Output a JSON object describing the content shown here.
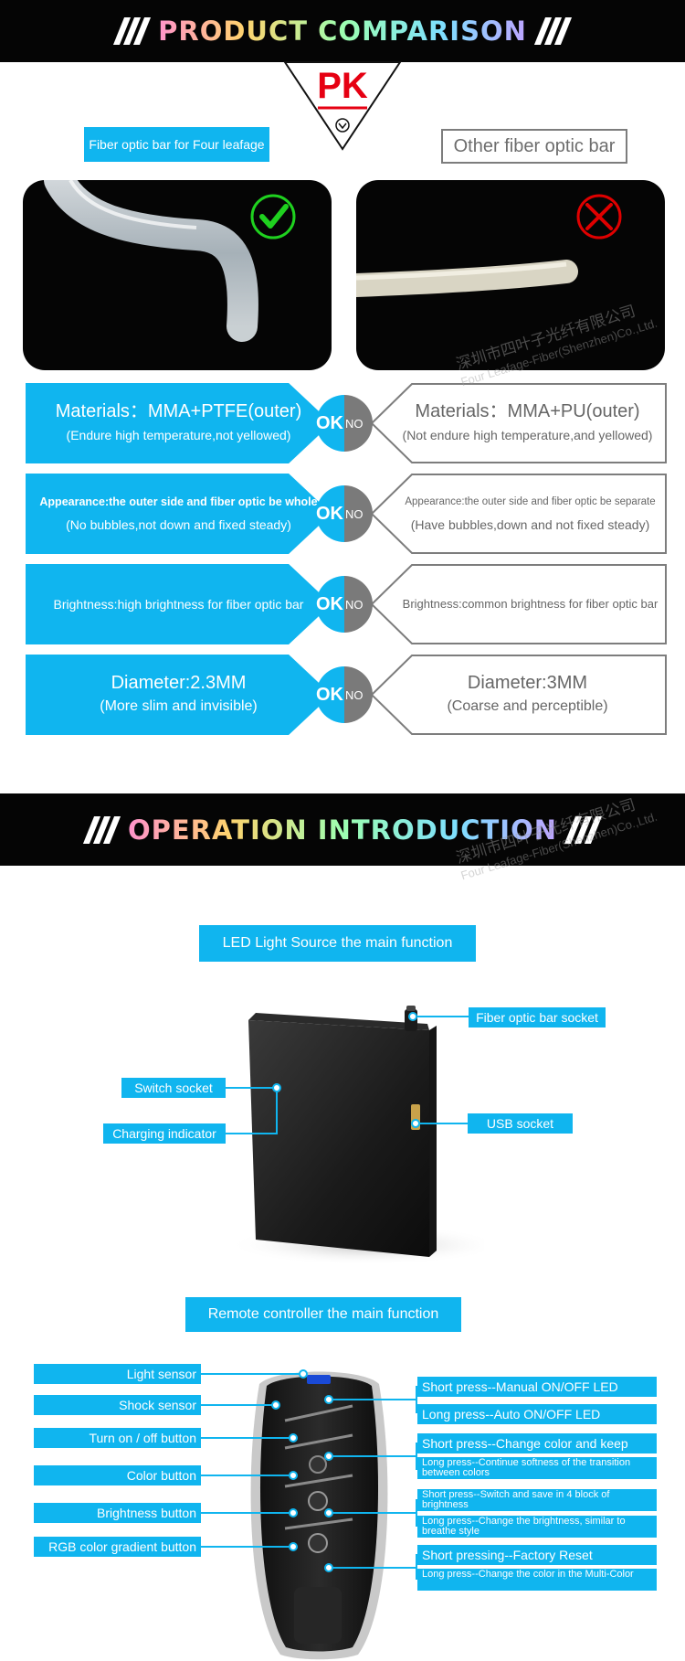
{
  "comparison": {
    "banner_title": "PRODUCT COMPARISON",
    "pk_label": "PK",
    "left_label": "Fiber optic bar for Four leafage",
    "right_label": "Other fiber optic bar",
    "ok_text": "OK",
    "no_text": "NO",
    "rows": [
      {
        "left_main": "Materials：MMA+PTFE(outer)",
        "left_sub": "(Endure high temperature,not yellowed)",
        "right_main": "Materials：MMA+PU(outer)",
        "right_sub": "(Not endure high temperature,and yellowed)"
      },
      {
        "left_main": "Appearance:the outer side and fiber optic be whole",
        "left_sub": "(No bubbles,not down and fixed steady)",
        "right_main": "Appearance:the outer side and fiber optic be separate",
        "right_sub": "(Have bubbles,down and not fixed steady)"
      },
      {
        "left_main": "Brightness:high brightness for fiber optic bar",
        "left_sub": "",
        "right_main": "Brightness:common brightness for fiber optic bar",
        "right_sub": ""
      },
      {
        "left_main": "Diameter:2.3MM",
        "left_sub": "(More slim and invisible)",
        "right_main": "Diameter:3MM",
        "right_sub": "(Coarse and perceptible)"
      }
    ]
  },
  "operation": {
    "banner_title": "OPERATION INTRODUCTION",
    "led_title": "LED Light Source the main function",
    "led_callouts": {
      "fiber_socket": "Fiber optic bar socket",
      "switch_socket": "Switch socket",
      "charging_indicator": "Charging indicator",
      "usb_socket": "USB socket"
    },
    "remote_title": "Remote controller the main function",
    "remote_left": [
      "Light sensor",
      "Shock sensor",
      "Turn on / off button",
      "Color button",
      "Brightness button",
      "RGB color gradient button"
    ],
    "remote_right": [
      "Short press--Manual ON/OFF LED",
      "Long press--Auto ON/OFF LED",
      "Short press--Change color and keep",
      "Long press--Continue softness of the transition between colors",
      "Short press--Switch and save in 4 block of brightness",
      "Long press--Change the brightness, similar to breathe style",
      "Short pressing--Factory Reset",
      "Long press--Change the color in the Multi-Color"
    ]
  },
  "watermark": {
    "cn": "深圳市四叶子光纤有限公司",
    "en": "Four Leafage-Fiber(Shenzhen)Co.,Ltd."
  },
  "colors": {
    "accent": "#10b5ef",
    "ok_mark": "#1fd11f",
    "x_mark": "#e00000",
    "pk": "#e60012"
  }
}
